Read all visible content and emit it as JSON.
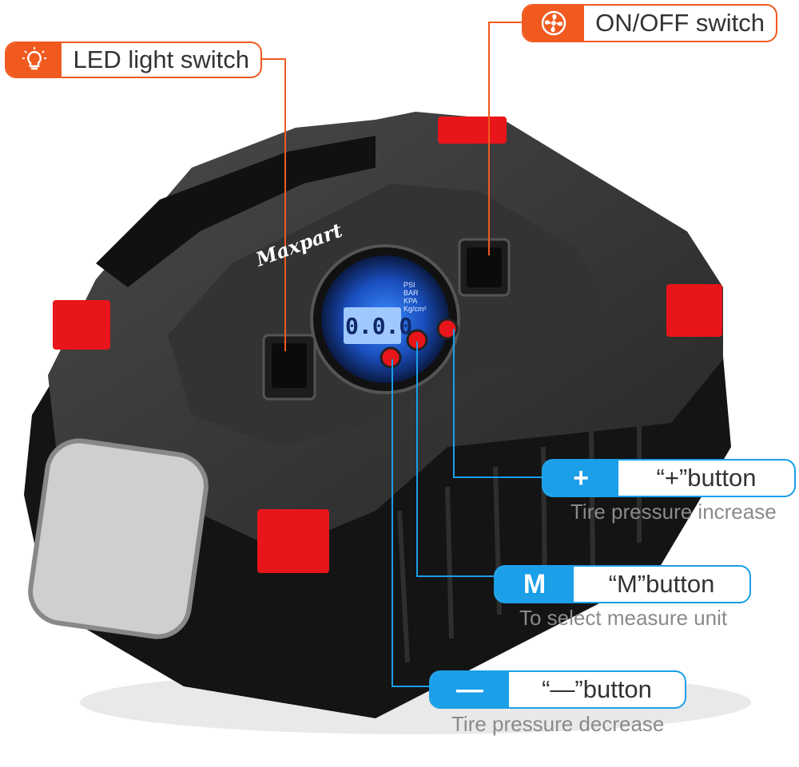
{
  "brand": "Maxpart",
  "display": {
    "reading": "0.0.0",
    "units": [
      "PSI",
      "BAR",
      "KPA",
      "Kg/cm²"
    ]
  },
  "callouts": {
    "led": {
      "label": "LED light switch",
      "icon": "lightbulb-icon"
    },
    "power": {
      "label": "ON/OFF switch",
      "icon": "fan-icon"
    },
    "plus": {
      "badge": "+",
      "label": "“+”button",
      "description": "Tire pressure increase"
    },
    "m": {
      "badge": "M",
      "label": "“M”button",
      "description": "To select measure unit"
    },
    "minus": {
      "badge": "—",
      "label": "“—”button",
      "description": "Tire pressure decrease"
    }
  },
  "colors": {
    "accent_orange": "#f05a1f",
    "accent_blue": "#1a9fe8",
    "device_red": "#e8151b",
    "device_body": "#2b2b2b"
  }
}
